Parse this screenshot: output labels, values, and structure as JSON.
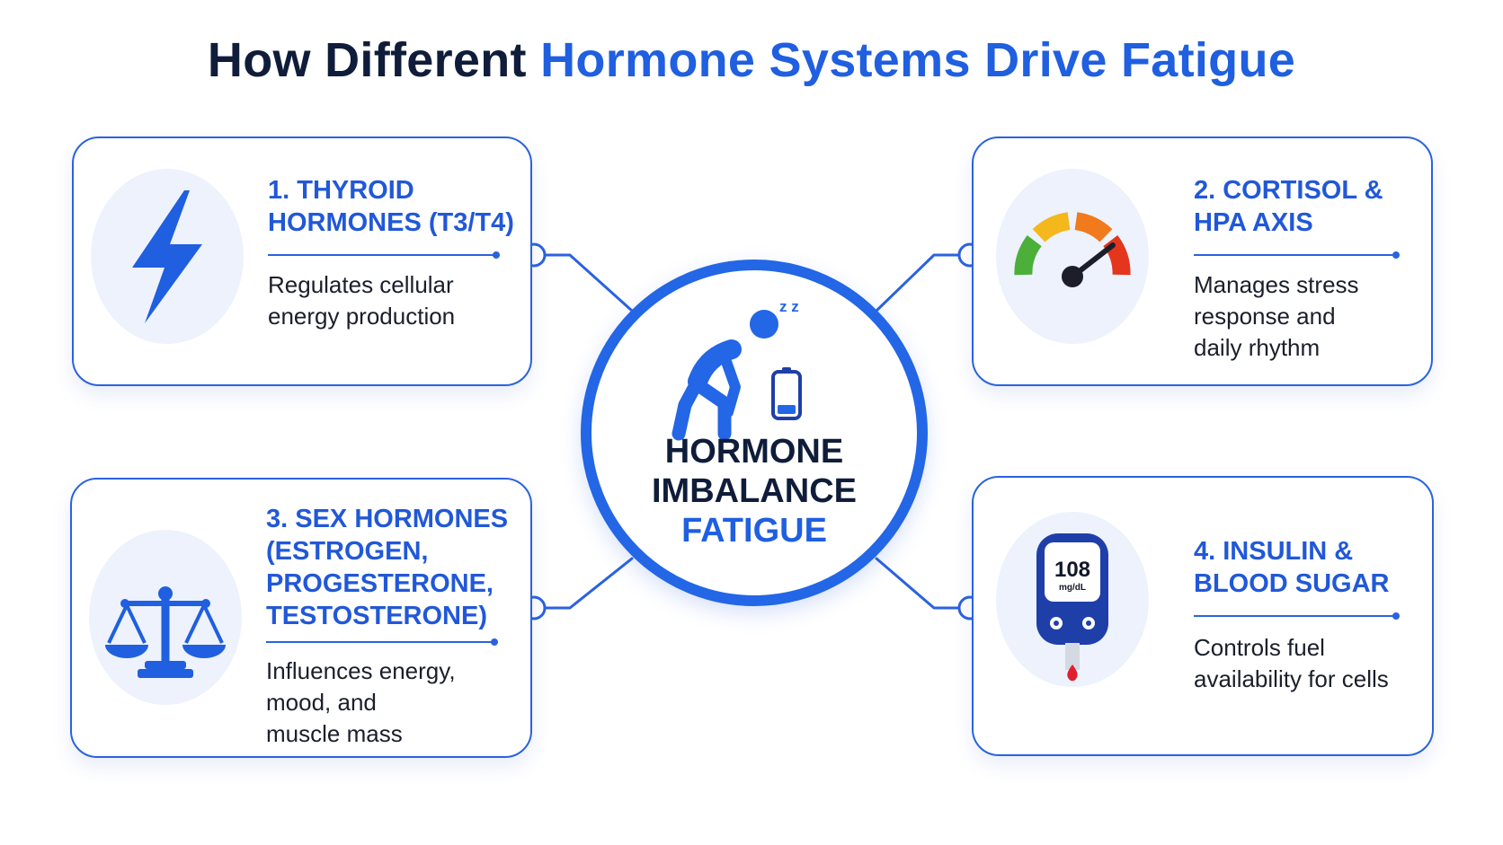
{
  "title": {
    "prefix": "How Different",
    "highlight": "Hormone Systems Drive Fatigue"
  },
  "center": {
    "line1": "HORMONE",
    "line2": "IMBALANCE",
    "line3": "FATIGUE",
    "sleep_glyph": "z z"
  },
  "cards": [
    {
      "heading": "1. THYROID\nHORMONES (T3/T4)",
      "description": "Regulates cellular\nenergy production",
      "icon": "lightning-bolt-icon"
    },
    {
      "heading": "2. CORTISOL &\nHPA AXIS",
      "description": "Manages stress\nresponse and\ndaily rhythm",
      "icon": "gauge-meter-icon"
    },
    {
      "heading": "3. SEX HORMONES\n(ESTROGEN,\nPROGESTERONE,\nTESTOSTERONE)",
      "description": "Influences energy,\nmood, and\nmuscle mass",
      "icon": "balance-scale-icon"
    },
    {
      "heading": "4. INSULIN &\nBLOOD SUGAR",
      "description": "Controls fuel\navailability for cells",
      "icon": "glucose-meter-icon",
      "meter_value": "108",
      "meter_unit": "mg/dL"
    }
  ],
  "colors": {
    "accent": "#1f5fe0",
    "dark_text": "#0f1d3a",
    "icon_bg": "#edf2fc",
    "gauge_green": "#4caf3a",
    "gauge_yellow": "#f4b71c",
    "gauge_orange": "#f07a1c",
    "gauge_red": "#e3361d",
    "blood_red": "#e01f2f"
  }
}
